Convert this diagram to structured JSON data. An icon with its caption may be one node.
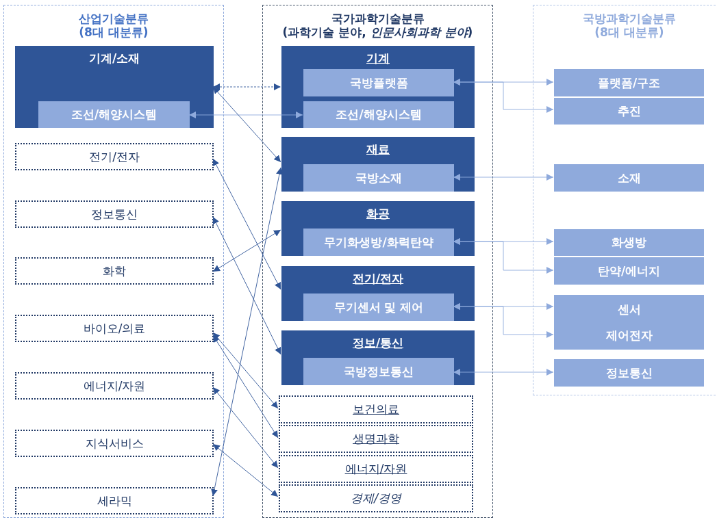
{
  "diagram": {
    "nodes": [
      {
        "text": [
          "산업기술분류",
          "(8대 대분류)"
        ]
      },
      {
        "text": [
          "기계/소재"
        ],
        "in": 0
      },
      {
        "text": [
          "조선/해양시스템"
        ],
        "in": 1
      },
      {
        "text": [
          "전기/전자"
        ],
        "in": 0
      },
      {
        "text": [
          "정보통신"
        ],
        "in": 0
      },
      {
        "text": [
          "화학"
        ],
        "in": 0
      },
      {
        "text": [
          "바이오/의료"
        ],
        "in": 0
      },
      {
        "text": [
          "에너지/자원"
        ],
        "in": 0
      },
      {
        "text": [
          "지식서비스"
        ],
        "in": 0
      },
      {
        "text": [
          "세라믹"
        ],
        "in": 0
      },
      {
        "text": [
          "국가과학기술분류",
          "(과학기술 분야, *인문사회과학 분야*)"
        ]
      },
      {
        "text": [
          "기계"
        ],
        "in": 10
      },
      {
        "text": [
          "국방플랫폼"
        ],
        "in": 11
      },
      {
        "text": [
          "조선/해양시스템"
        ],
        "in": 11
      },
      {
        "text": [
          "재료"
        ],
        "in": 10
      },
      {
        "text": [
          "국방소재"
        ],
        "in": 14
      },
      {
        "text": [
          "화공"
        ],
        "in": 10
      },
      {
        "text": [
          "무기화생방/화력탄약"
        ],
        "in": 16
      },
      {
        "text": [
          "전기/전자"
        ],
        "in": 10
      },
      {
        "text": [
          "무기센서 및 제어"
        ],
        "in": 18
      },
      {
        "text": [
          "정보/통신"
        ],
        "in": 10
      },
      {
        "text": [
          "국방정보통신"
        ],
        "in": 20
      },
      {
        "text": [
          "보건의료"
        ],
        "in": 10
      },
      {
        "text": [
          "생명과학"
        ],
        "in": 10
      },
      {
        "text": [
          "에너지/자원"
        ],
        "in": 10
      },
      {
        "text": [
          "경제/경영"
        ],
        "in": 10
      },
      {
        "text": [
          "국방과학기술분류",
          "(8대 대분류)"
        ]
      },
      {
        "text": [
          "플랫폼/구조"
        ],
        "in": 26
      },
      {
        "text": [
          "추진"
        ],
        "in": 26
      },
      {
        "text": [
          "소재"
        ],
        "in": 26
      },
      {
        "text": [
          "화생방"
        ],
        "in": 26
      },
      {
        "text": [
          "탄약/에너지"
        ],
        "in": 26
      },
      {
        "text": [
          "센서",
          "제어전자"
        ],
        "in": 26
      },
      {
        "text": [
          "정보통신"
        ],
        "in": 26
      }
    ],
    "edges": [
      {
        "from": 1,
        "to": 11,
        "arrow": "both",
        "style": "dashed"
      },
      {
        "from": 2,
        "to": 13,
        "arrow": "both",
        "color": "#8faadc"
      },
      {
        "from": 1,
        "to": 14,
        "arrow": "both"
      },
      {
        "from": 3,
        "to": 18,
        "arrow": "both"
      },
      {
        "from": 4,
        "to": 20,
        "arrow": "both"
      },
      {
        "from": 5,
        "to": 16,
        "arrow": "both"
      },
      {
        "from": 9,
        "to": 14,
        "arrow": "both"
      },
      {
        "from": 6,
        "to": 22,
        "arrow": "both"
      },
      {
        "from": 6,
        "to": 23,
        "arrow": "both"
      },
      {
        "from": 7,
        "to": 24,
        "arrow": "both"
      },
      {
        "from": 8,
        "to": 25,
        "arrow": "both"
      },
      {
        "from": 12,
        "to": 27,
        "arrow": "both",
        "color": "#8faadc"
      },
      {
        "from": 12,
        "to": 28,
        "arrow": "both",
        "color": "#8faadc"
      },
      {
        "from": 15,
        "to": 29,
        "arrow": "both",
        "color": "#8faadc"
      },
      {
        "from": 17,
        "to": 30,
        "arrow": "both",
        "color": "#8faadc"
      },
      {
        "from": 17,
        "to": 31,
        "arrow": "both",
        "color": "#8faadc"
      },
      {
        "from": 19,
        "to": 32,
        "arrow": "both",
        "color": "#8faadc"
      },
      {
        "from": 19,
        "to": 32,
        "arrow": "both",
        "color": "#8faadc"
      },
      {
        "from": 21,
        "to": 33,
        "arrow": "both",
        "color": "#8faadc"
      }
    ]
  }
}
